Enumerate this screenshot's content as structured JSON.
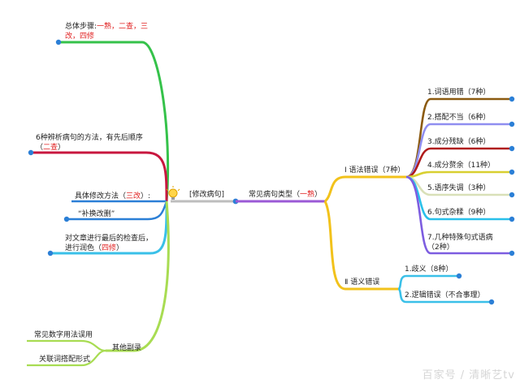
{
  "center": {
    "label": "[修改病句]",
    "icon": "lightbulb-icon"
  },
  "left": {
    "steps": {
      "prefix": "总体步骤:",
      "line1_red": "一熟，二查，三",
      "line2_red": "改，四修"
    },
    "methods": {
      "line1": "6种辨析病句的方法，有先后顺序",
      "open": "（",
      "red": "二查",
      "close": "）"
    },
    "modify": {
      "prefix": "具体修改方法（",
      "red": "三改",
      "suffix": "）:"
    },
    "modify_sub": "“补换改删”",
    "revise": {
      "line1": "对文章进行最后的检查后，",
      "prefix": "进行润色（",
      "red": "四修",
      "suffix": "）"
    },
    "other": {
      "label": "其他副录",
      "children": [
        "常见数字用法误用",
        "关联词搭配形式"
      ]
    }
  },
  "right": {
    "types": {
      "prefix": "常见病句类型（",
      "red": "一熟",
      "suffix": "）"
    },
    "grammar": {
      "label": "Ⅰ 语法错误（7种）",
      "items": [
        {
          "label": "1.词语用错（7种）"
        },
        {
          "label": "2.搭配不当（6种）"
        },
        {
          "label": "3.成分残缺（6种）"
        },
        {
          "label": "4.成分赘余（11种）"
        },
        {
          "label": "5.语序失调（3种）"
        },
        {
          "label": "6.句式杂糅（9种）"
        },
        {
          "label": "7.几种特殊句式语病",
          "label2": "（2种）"
        }
      ]
    },
    "semantic": {
      "label": "Ⅱ 语义错误",
      "items": [
        {
          "label": "1.歧义（8种）"
        },
        {
          "label": "2.逻辑错误（不合事理）"
        }
      ]
    }
  },
  "watermark": "百家号 / 清晰艺tv",
  "colors": {
    "green": "#35c24a",
    "crimson": "#c8173f",
    "blue": "#2b7fd6",
    "cyan": "#3ac0e8",
    "lime": "#a8dc52",
    "purple": "#9b59d6",
    "yellow": "#f2c21b",
    "brown": "#8b5a10",
    "lavender": "#8f8ef0",
    "darkred": "#b01b1b",
    "olive": "#d8cf30",
    "pale": "#d9e0b8",
    "sky": "#29c0ea",
    "violet": "#7d5de0",
    "gray": "#bdbdbd"
  }
}
